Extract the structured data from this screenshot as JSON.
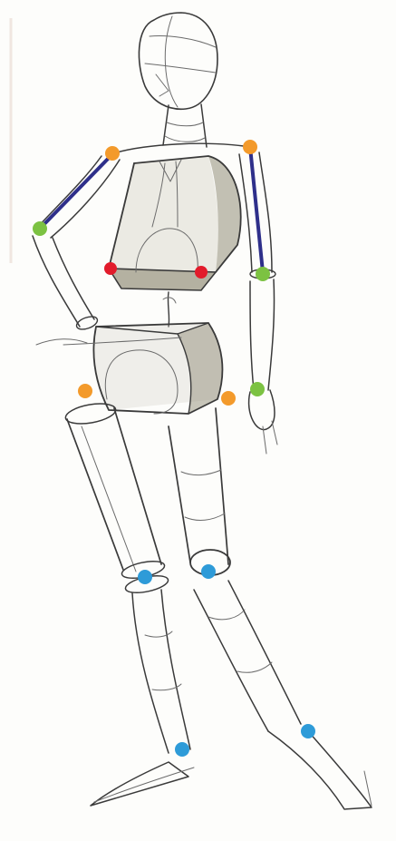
{
  "palette": {
    "paper": "#fdfdfb",
    "line_dark": "#3a3a3a",
    "line_light": "#6b6b6b",
    "shade_box": "#c8c5b6",
    "shade_dark": "#9b9783",
    "bone_blue": "#2e2f8a",
    "joint_orange": "#f39a2b",
    "joint_green": "#7cc242",
    "joint_red": "#e21b2b",
    "joint_blue": "#2e9bd8"
  },
  "joints": [
    {
      "name": "left-shoulder-joint",
      "type": "orange"
    },
    {
      "name": "right-shoulder-joint",
      "type": "orange"
    },
    {
      "name": "left-elbow-joint",
      "type": "green"
    },
    {
      "name": "right-elbow-joint",
      "type": "green"
    },
    {
      "name": "right-wrist-joint",
      "type": "green"
    },
    {
      "name": "left-ribcage-joint",
      "type": "red"
    },
    {
      "name": "right-ribcage-joint",
      "type": "red"
    },
    {
      "name": "left-hip-joint",
      "type": "orange"
    },
    {
      "name": "right-hip-joint",
      "type": "orange"
    },
    {
      "name": "left-knee-joint",
      "type": "blue"
    },
    {
      "name": "right-knee-joint",
      "type": "blue"
    },
    {
      "name": "left-ankle-joint",
      "type": "blue"
    },
    {
      "name": "right-ankle-joint",
      "type": "blue"
    }
  ]
}
